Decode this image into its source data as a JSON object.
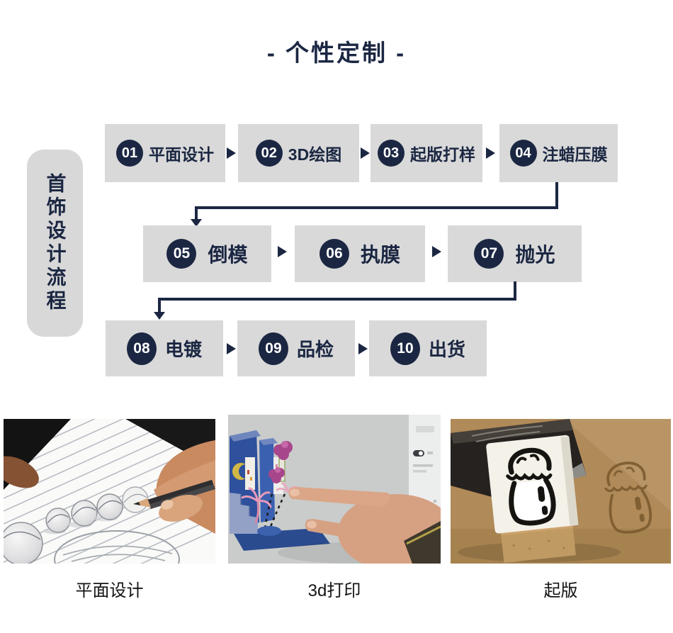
{
  "page": {
    "title": "- 个性定制 -"
  },
  "colors": {
    "navy": "#1b2742",
    "box_gray": "#d9d9d9",
    "pill_gray": "#d8d8d8",
    "white": "#ffffff"
  },
  "sidebar": {
    "label": "首饰设计流程"
  },
  "flow": {
    "rows": [
      {
        "steps": [
          {
            "num": "01",
            "label": "平面设计"
          },
          {
            "num": "02",
            "label": "3D绘图"
          },
          {
            "num": "03",
            "label": "起版打样"
          },
          {
            "num": "04",
            "label": "注蜡压膜"
          }
        ]
      },
      {
        "steps": [
          {
            "num": "05",
            "label": "倒模"
          },
          {
            "num": "06",
            "label": "执膜"
          },
          {
            "num": "07",
            "label": "抛光"
          }
        ]
      },
      {
        "steps": [
          {
            "num": "08",
            "label": "电镀"
          },
          {
            "num": "09",
            "label": "品检"
          },
          {
            "num": "10",
            "label": "出货"
          }
        ]
      }
    ]
  },
  "gallery": {
    "items": [
      {
        "caption": "平面设计",
        "image": "pencil-sketch-photo"
      },
      {
        "caption": "3d打印",
        "image": "3d-printing-photo"
      },
      {
        "caption": "起版",
        "image": "rubber-stamp-photo"
      }
    ]
  }
}
